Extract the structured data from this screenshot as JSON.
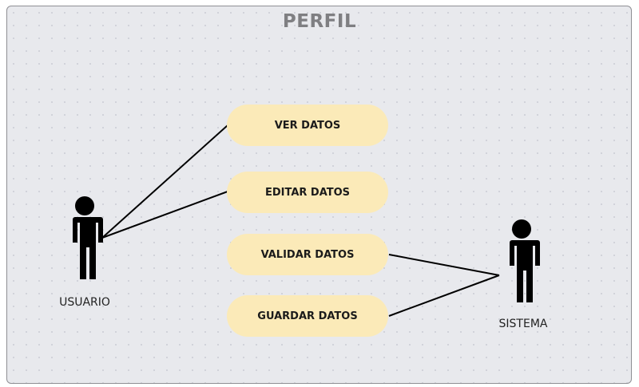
{
  "diagram": {
    "title": "PERFIL",
    "actors": [
      {
        "id": "usuario",
        "label": "USUARIO"
      },
      {
        "id": "sistema",
        "label": "SISTEMA"
      }
    ],
    "use_cases": [
      {
        "id": "ver",
        "label": "VER DATOS"
      },
      {
        "id": "editar",
        "label": "EDITAR DATOS"
      },
      {
        "id": "validar",
        "label": "VALIDAR DATOS"
      },
      {
        "id": "guardar",
        "label": "GUARDAR DATOS"
      }
    ],
    "associations": [
      {
        "from": "usuario",
        "to": "ver"
      },
      {
        "from": "usuario",
        "to": "editar"
      },
      {
        "from": "sistema",
        "to": "validar"
      },
      {
        "from": "sistema",
        "to": "guardar"
      }
    ],
    "colors": {
      "background": "#e8e9ed",
      "use_case_fill": "#fbeab8",
      "title": "#7f7f82",
      "actor": "#000000"
    }
  }
}
